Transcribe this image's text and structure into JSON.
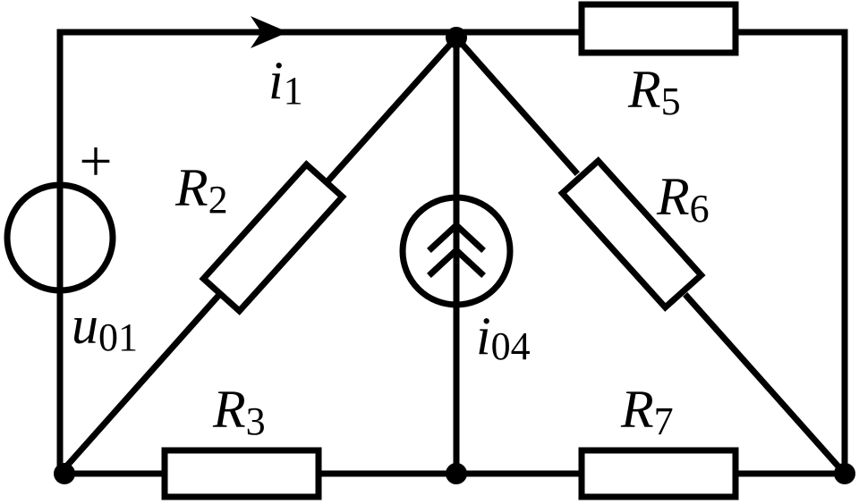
{
  "labels": {
    "u01": {
      "main": "u",
      "sub": "01"
    },
    "i1": {
      "main": "i",
      "sub": "1"
    },
    "R2": {
      "main": "R",
      "sub": "2"
    },
    "R3": {
      "main": "R",
      "sub": "3"
    },
    "R5": {
      "main": "R",
      "sub": "5"
    },
    "R6": {
      "main": "R",
      "sub": "6"
    },
    "R7": {
      "main": "R",
      "sub": "7"
    },
    "i04": {
      "main": "i",
      "sub": "04"
    }
  },
  "plus_sign": "+",
  "colors": {
    "stroke": "#000000",
    "background": "#ffffff"
  }
}
